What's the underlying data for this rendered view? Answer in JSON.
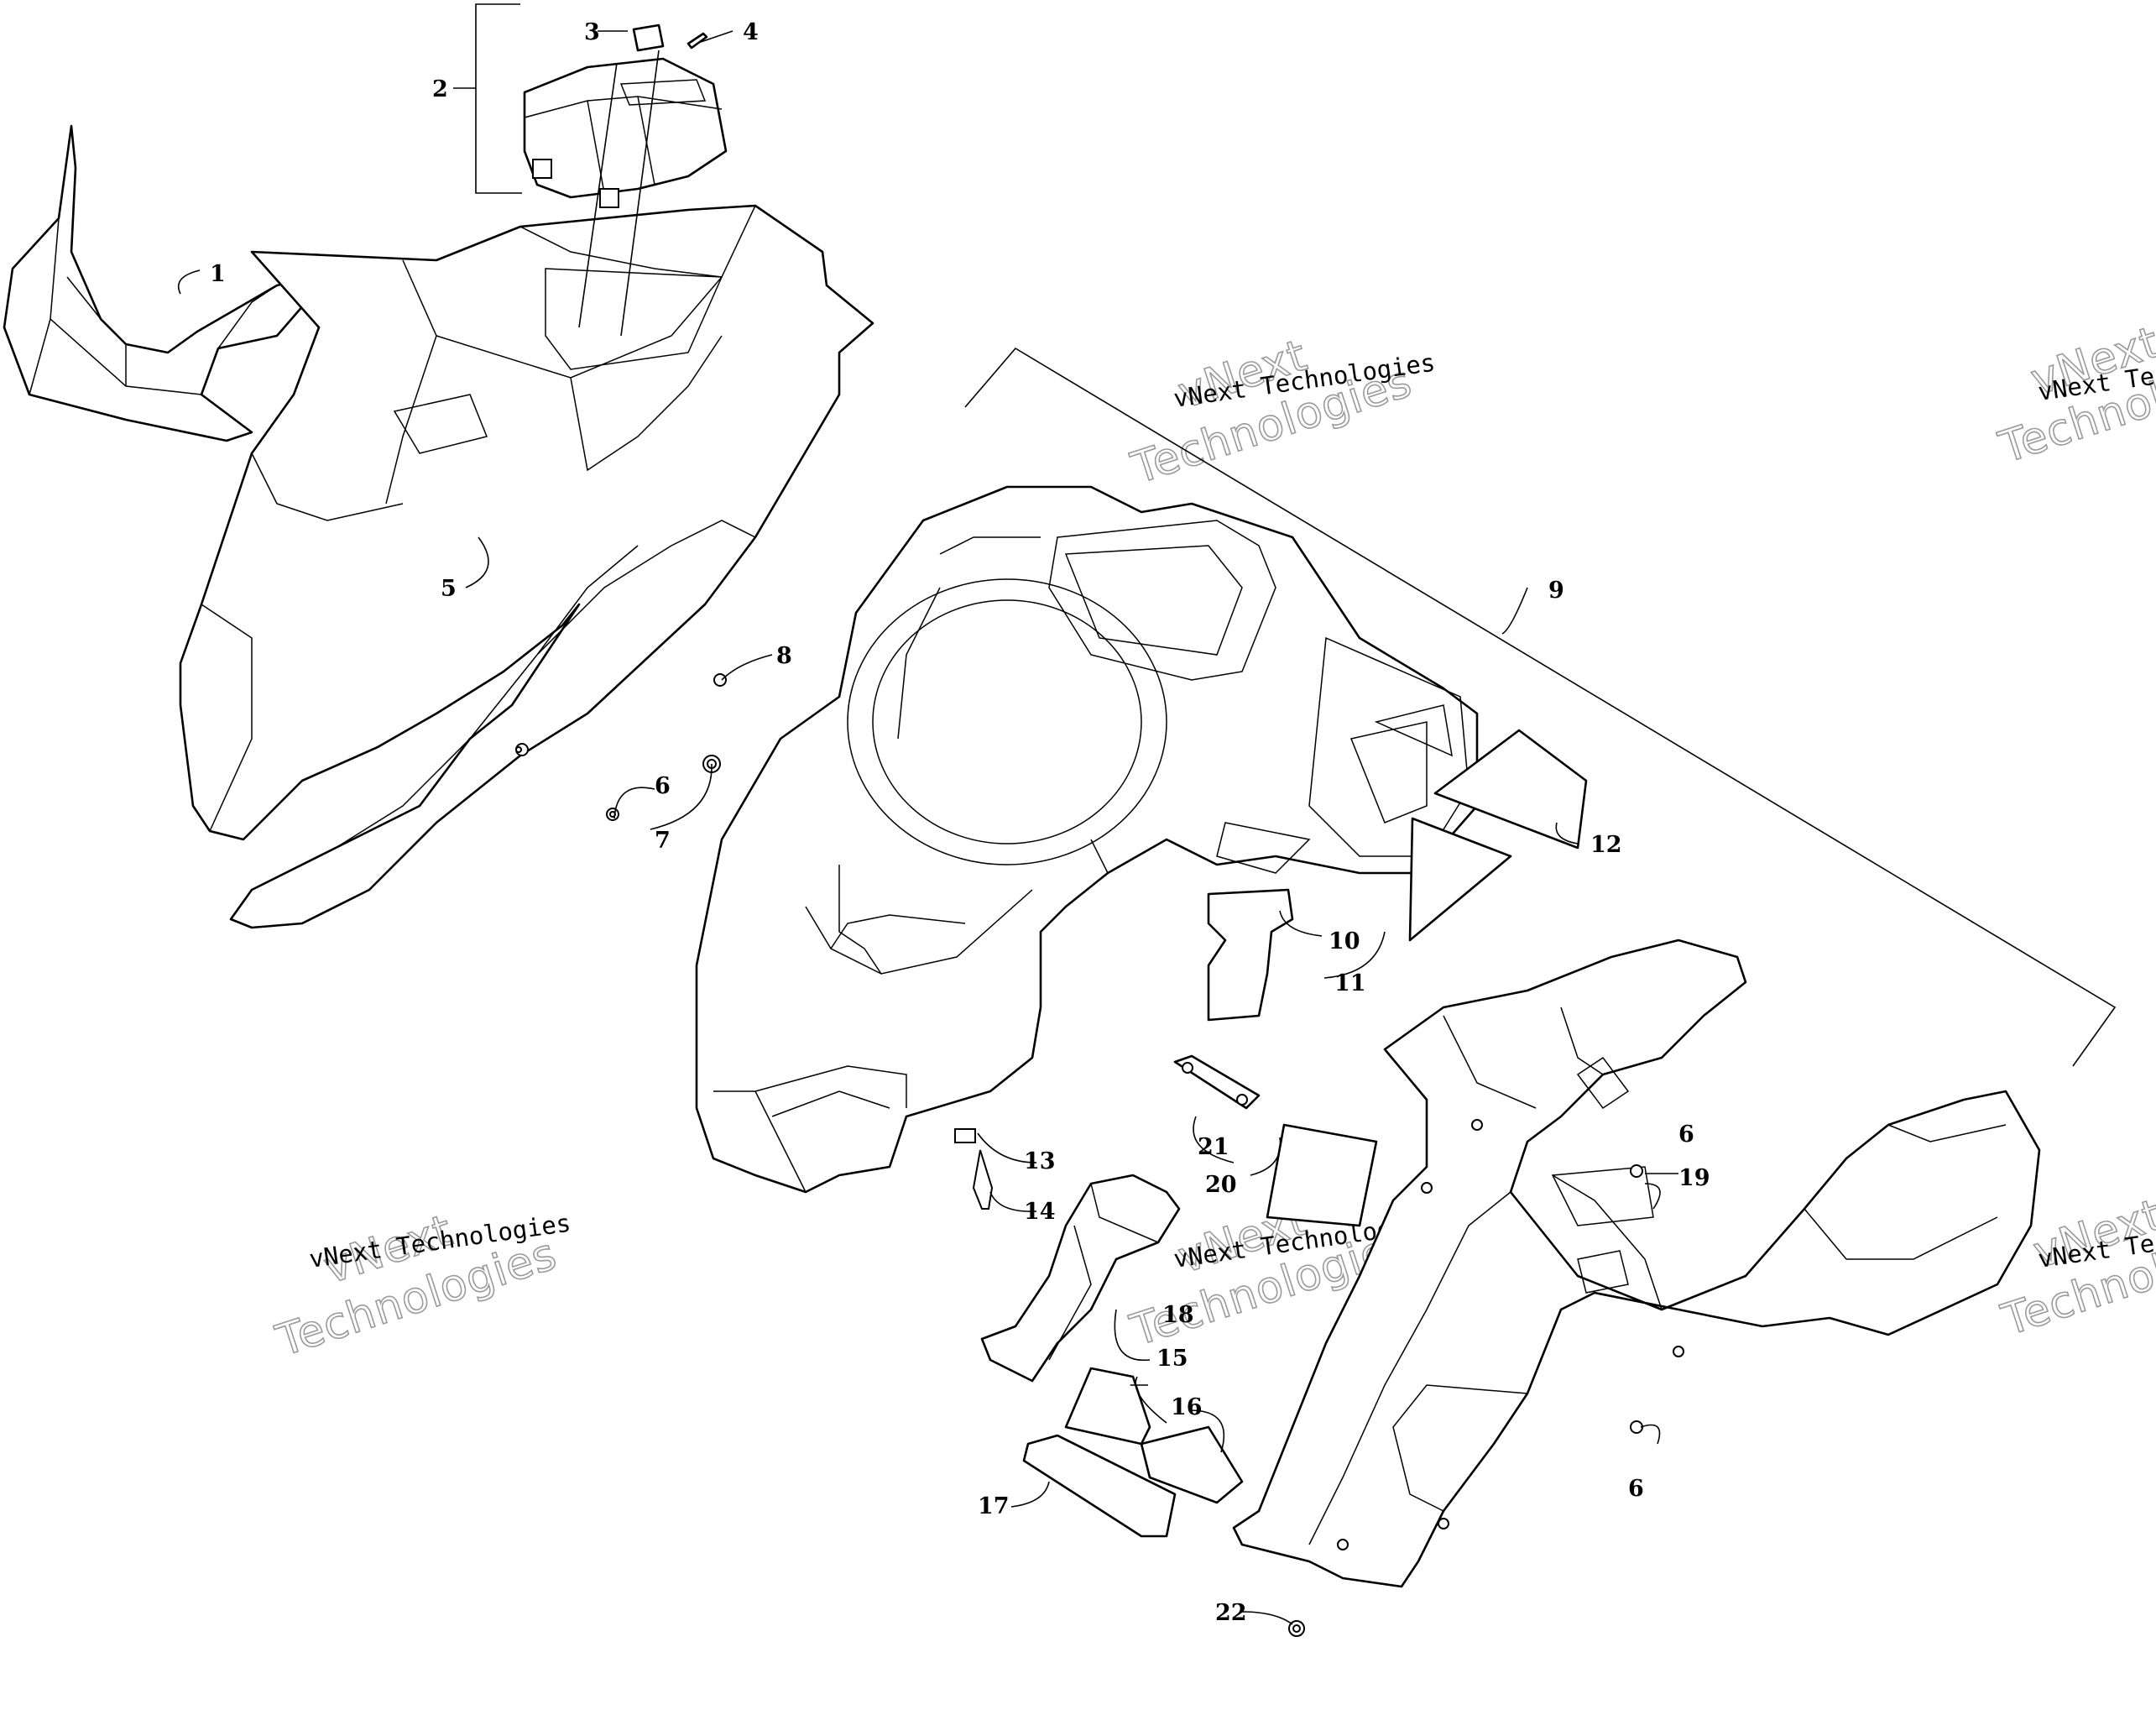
{
  "diagram": {
    "callouts": [
      {
        "id": "c1",
        "label": "1"
      },
      {
        "id": "c2",
        "label": "2"
      },
      {
        "id": "c3",
        "label": "3"
      },
      {
        "id": "c4",
        "label": "4"
      },
      {
        "id": "c5",
        "label": "5"
      },
      {
        "id": "c6a",
        "label": "6"
      },
      {
        "id": "c6b",
        "label": "6"
      },
      {
        "id": "c6c",
        "label": "6"
      },
      {
        "id": "c7",
        "label": "7"
      },
      {
        "id": "c8",
        "label": "8"
      },
      {
        "id": "c9",
        "label": "9"
      },
      {
        "id": "c10",
        "label": "10"
      },
      {
        "id": "c11",
        "label": "11"
      },
      {
        "id": "c12",
        "label": "12"
      },
      {
        "id": "c13",
        "label": "13"
      },
      {
        "id": "c14",
        "label": "14"
      },
      {
        "id": "c15",
        "label": "15"
      },
      {
        "id": "c16",
        "label": "16"
      },
      {
        "id": "c17",
        "label": "17"
      },
      {
        "id": "c18",
        "label": "18"
      },
      {
        "id": "c19",
        "label": "19"
      },
      {
        "id": "c20",
        "label": "20"
      },
      {
        "id": "c21",
        "label": "21"
      },
      {
        "id": "c22",
        "label": "22"
      }
    ]
  },
  "watermark": {
    "line1": "vNext",
    "line2": "Technologies",
    "combined": "vNext Technologies"
  }
}
